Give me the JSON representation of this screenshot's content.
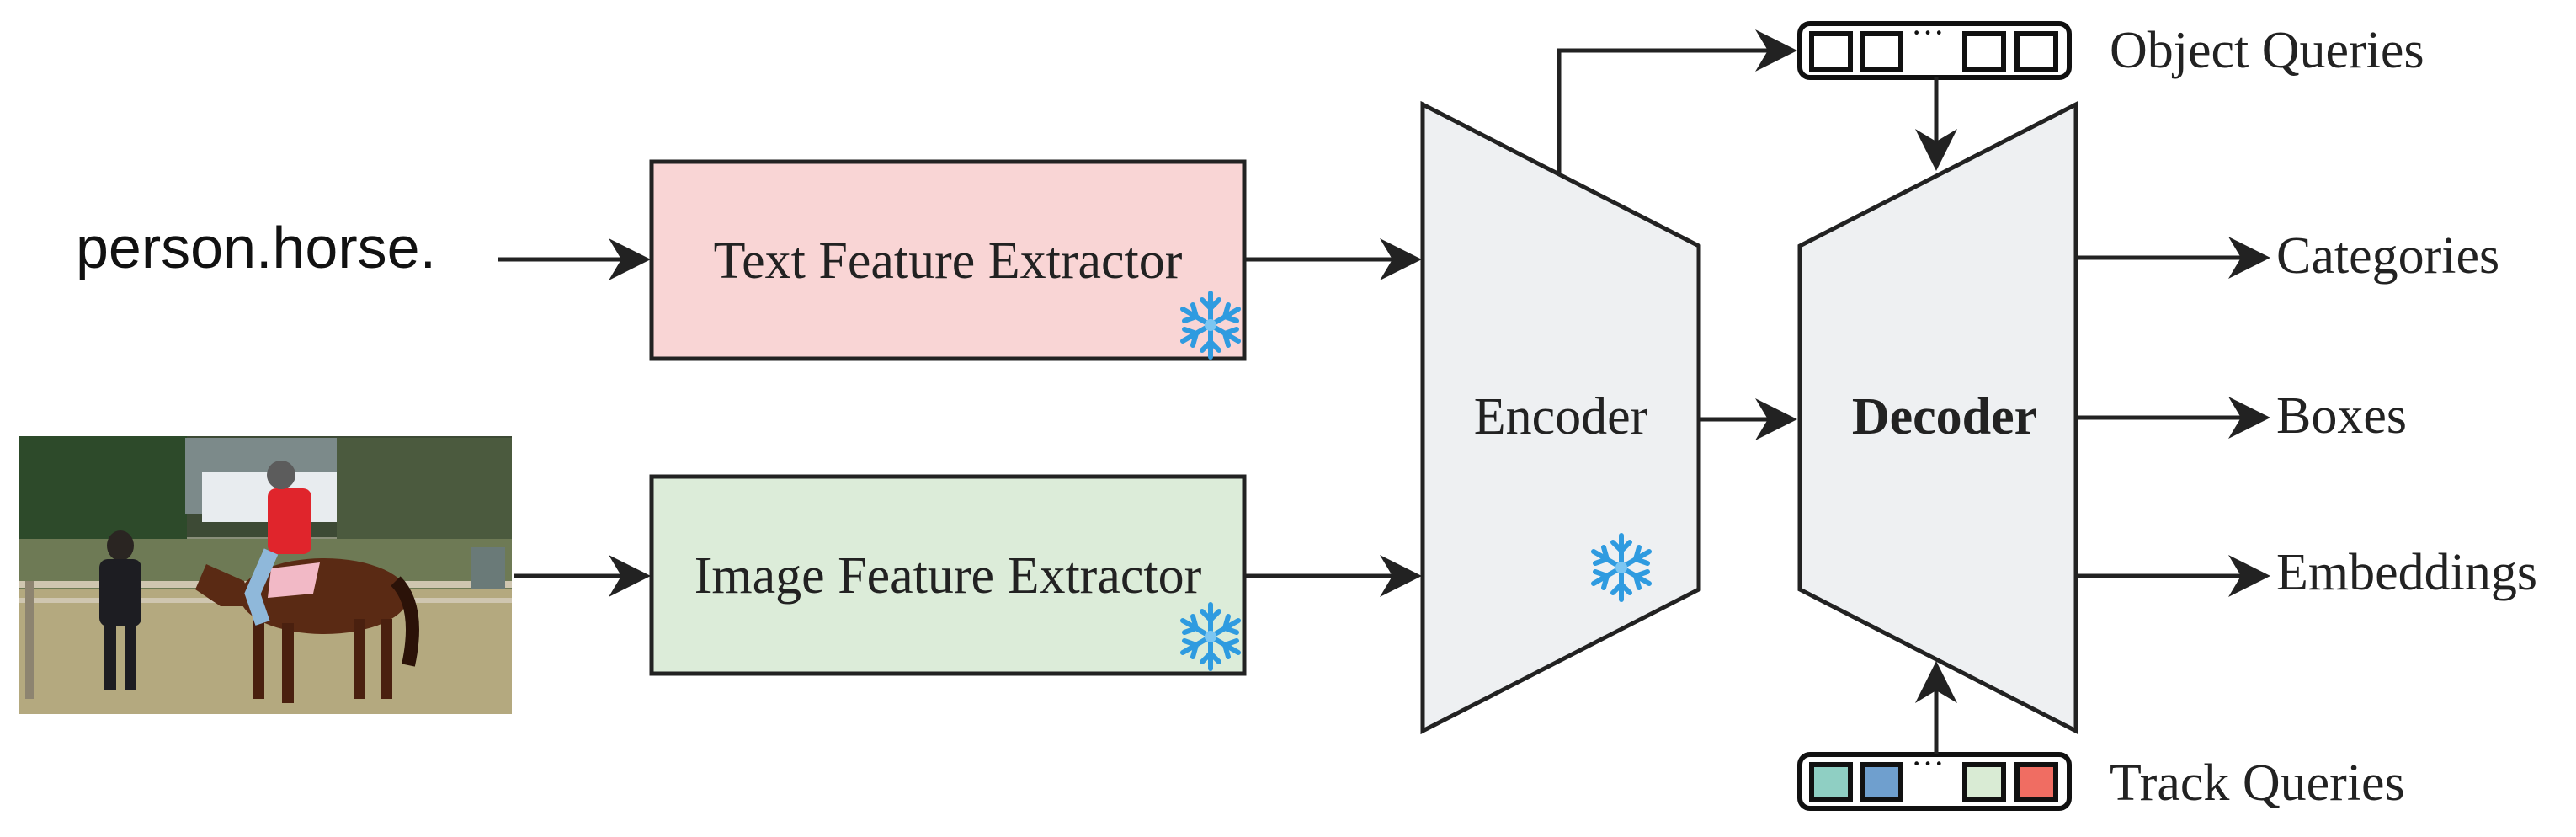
{
  "input_text": "person.horse.",
  "text_extractor_label": "Text Feature Extractor",
  "image_extractor_label": "Image Feature Extractor",
  "encoder_label": "Encoder",
  "decoder_label": "Decoder",
  "object_queries_label": "Object Queries",
  "track_queries_label": "Track Queries",
  "outputs": [
    "Categories",
    "Boxes",
    "Embeddings"
  ],
  "frozen_icon": "snowflake-icon",
  "colors": {
    "text_extractor_fill": "#f9d5d5",
    "image_extractor_fill": "#dcecd9",
    "trapezoid_fill": "#eef0f2",
    "stroke": "#222222",
    "snowflake": "#2f9be0",
    "track_query_colors": [
      "#8fcfc3",
      "#6f9fce",
      "#d9ebd4",
      "#f06d62"
    ]
  }
}
